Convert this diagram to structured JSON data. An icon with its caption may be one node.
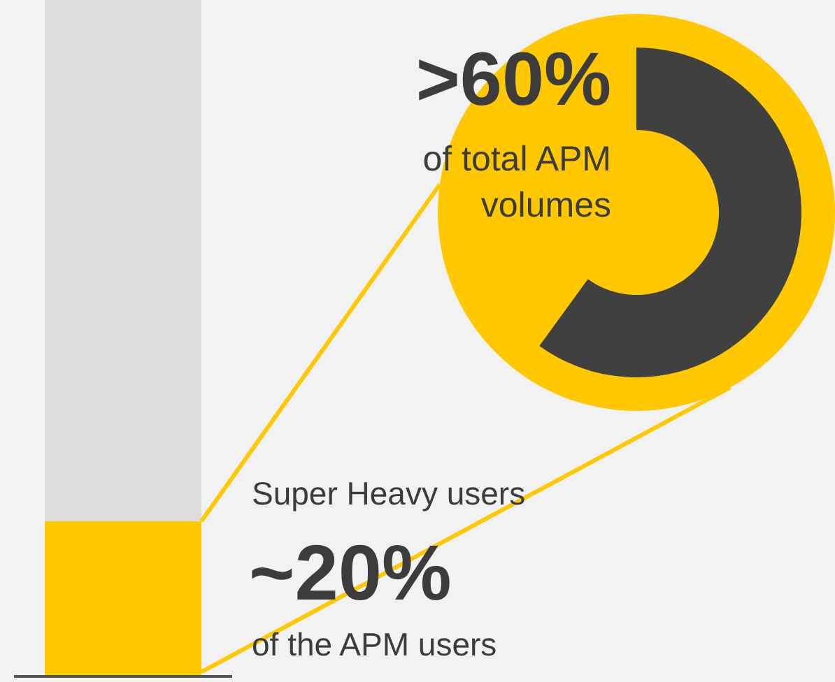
{
  "diagram": {
    "nodes": [
      {
        "text": [],
        "shape": "bar",
        "beside": [
          "Super Heavy users",
          "~20%",
          "of the APM users"
        ]
      },
      {
        "text": [
          ">60%",
          "of total APM volumes"
        ]
      }
    ],
    "edges": [
      {
        "from": 0,
        "to": 1,
        "arrow": "none"
      },
      {
        "from": 0,
        "to": 1,
        "arrow": "none"
      }
    ]
  }
}
